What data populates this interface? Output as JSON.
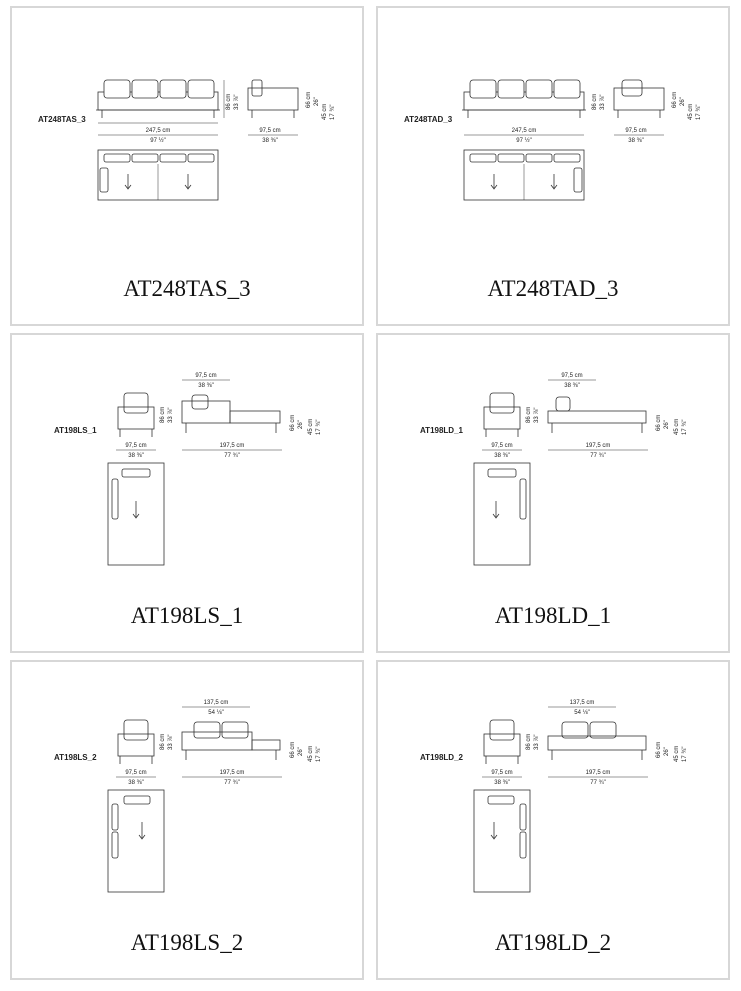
{
  "cards": [
    {
      "caption": "AT248TAS_3",
      "code_label": "AT248TAS_3",
      "width_cm": "247,5 cm",
      "width_in": "97 ½\"",
      "depth_cm": "97,5 cm",
      "depth_in": "38 ⅜\"",
      "height_cm": "86 cm",
      "height_in": "33 ⅞\"",
      "seat_cm": "66 cm",
      "seat_in": "26\"",
      "seat2_cm": "45 cm",
      "seat2_in": "17 ¾\""
    },
    {
      "caption": "AT248TAD_3",
      "code_label": "AT248TAD_3",
      "width_cm": "247,5 cm",
      "width_in": "97 ½\"",
      "depth_cm": "97,5 cm",
      "depth_in": "38 ⅜\"",
      "height_cm": "86 cm",
      "height_in": "33 ⅞\"",
      "seat_cm": "66 cm",
      "seat_in": "26\"",
      "seat2_cm": "45 cm",
      "seat2_in": "17 ¾\""
    },
    {
      "caption": "AT198LS_1",
      "code_label": "AT198LS_1",
      "top_cm": "97,5 cm",
      "top_in": "38 ⅜\"",
      "depth_cm": "97,5 cm",
      "depth_in": "38 ⅜\"",
      "width_cm": "197,5 cm",
      "width_in": "77 ¾\"",
      "height_cm": "86 cm",
      "height_in": "33 ⅞\"",
      "seat_cm": "66 cm",
      "seat_in": "26\"",
      "seat2_cm": "45 cm",
      "seat2_in": "17 ¾\""
    },
    {
      "caption": "AT198LD_1",
      "code_label": "AT198LD_1",
      "top_cm": "97,5 cm",
      "top_in": "38 ⅜\"",
      "depth_cm": "97,5 cm",
      "depth_in": "38 ⅜\"",
      "width_cm": "197,5 cm",
      "width_in": "77 ¾\"",
      "height_cm": "86 cm",
      "height_in": "33 ⅞\"",
      "seat_cm": "66 cm",
      "seat_in": "26\"",
      "seat2_cm": "45 cm",
      "seat2_in": "17 ¾\""
    },
    {
      "caption": "AT198LS_2",
      "code_label": "AT198LS_2",
      "top_cm": "137,5 cm",
      "top_in": "54 ⅛\"",
      "depth_cm": "97,5 cm",
      "depth_in": "38 ⅜\"",
      "width_cm": "197,5 cm",
      "width_in": "77 ¾\"",
      "height_cm": "86 cm",
      "height_in": "33 ⅞\"",
      "seat_cm": "66 cm",
      "seat_in": "26\"",
      "seat2_cm": "45 cm",
      "seat2_in": "17 ¾\""
    },
    {
      "caption": "AT198LD_2",
      "code_label": "AT198LD_2",
      "top_cm": "137,5 cm",
      "top_in": "54 ⅛\"",
      "depth_cm": "97,5 cm",
      "depth_in": "38 ⅜\"",
      "width_cm": "197,5 cm",
      "width_in": "77 ¾\"",
      "height_cm": "86 cm",
      "height_in": "33 ⅞\"",
      "seat_cm": "66 cm",
      "seat_in": "26\"",
      "seat2_cm": "45 cm",
      "seat2_in": "17 ¾\""
    }
  ]
}
